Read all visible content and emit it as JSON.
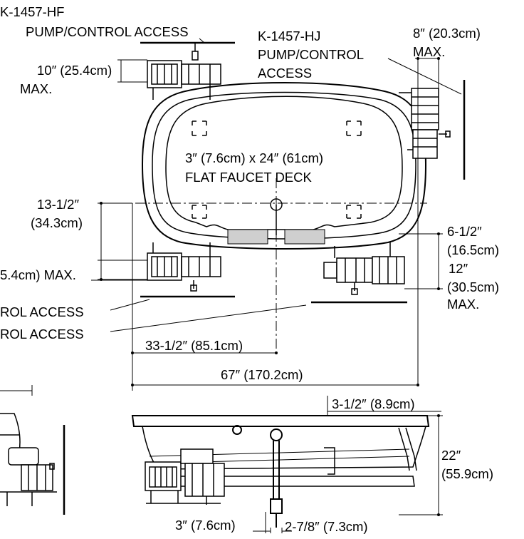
{
  "labels": {
    "hf_model": "K-1457-HF",
    "hf_access": "PUMP/CONTROL ACCESS",
    "hj_model": "K-1457-HJ",
    "hj_access_1": "PUMP/CONTROL",
    "hj_access_2": "ACCESS",
    "dim_8": "8″ (20.3cm)",
    "dim_8_max": "MAX.",
    "dim_10": "10″ (25.4cm)",
    "dim_10_max": "MAX.",
    "deck_1": "3″ (7.6cm) x 24″ (61cm)",
    "deck_2": "FLAT FAUCET DECK",
    "dim_13_1": "13-1/2″",
    "dim_13_2": "(34.3cm)",
    "dim_left_max": "5.4cm) MAX.",
    "access_left_1": "ROL ACCESS",
    "access_left_2": "ROL ACCESS",
    "dim_6_1": "6-1/2″",
    "dim_6_2": "(16.5cm)",
    "dim_12_1": "12″",
    "dim_12_2": "(30.5cm)",
    "dim_12_max": "MAX.",
    "dim_33": "33-1/2″ (85.1cm)",
    "dim_67": "67″ (170.2cm)",
    "dim_3_5": "3-1/2″ (8.9cm)",
    "dim_22_1": "22″",
    "dim_22_2": "(55.9cm)",
    "dim_3": "3″ (7.6cm)",
    "dim_2_78": "2-7/8″ (7.3cm)"
  }
}
